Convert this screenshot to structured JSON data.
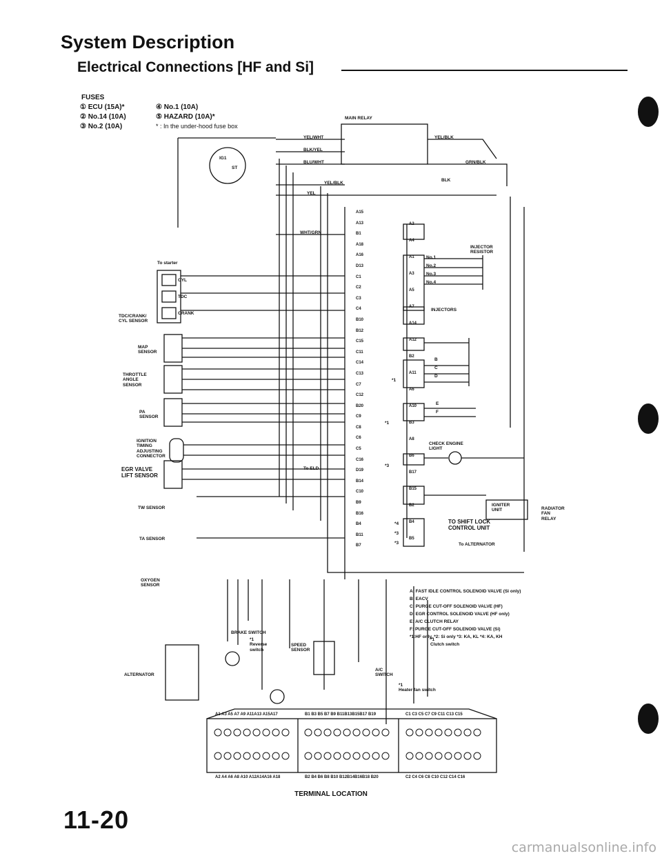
{
  "header": {
    "title": "System Description",
    "subtitle": "Electrical Connections [HF and Si]"
  },
  "fuses": {
    "heading": "FUSES",
    "items": [
      "① ECU (15A)*",
      "② No.14 (10A)",
      "③ No.2 (10A)",
      "④ No.1 (10A)",
      "⑤ HAZARD (10A)*"
    ],
    "note": "* : In the under-hood fuse box"
  },
  "diagram": {
    "main_relay": "MAIN RELAY",
    "wires": [
      "YEL/WHT",
      "BLK/YEL",
      "BLU/WHT",
      "YEL/BLK",
      "YEL",
      "WHT/GRN",
      "YEL/BLK",
      "GRN/BLK",
      "BLK"
    ],
    "ignition": [
      "IG1",
      "ST"
    ],
    "to_starter": "To starter",
    "tdc_sensor": "TDC/CRANK/\nCYL SENSOR",
    "cyl": "CYL",
    "tdc": "TDC",
    "crank": "CRANK",
    "map_sensor": "MAP\nSENSOR",
    "throttle_sensor": "THROTTLE\nANGLE\nSENSOR",
    "pa_sensor": "PA\nSENSOR",
    "ignition_timing": "IGNITION\nTIMING\nADJUSTING\nCONNECTOR",
    "egr_valve": "EGR VALVE\nLIFT SENSOR",
    "tw_sensor": "TW SENSOR",
    "ta_sensor": "TA SENSOR",
    "oxygen_sensor": "OXYGEN\nSENSOR",
    "alternator": "ALTERNATOR",
    "to_eld": "To ELD",
    "injector_resistor": "INJECTOR\nRESISTOR",
    "injectors": "INJECTORS",
    "injector_nos": [
      "No.1",
      "No.2",
      "No.3",
      "No.4"
    ],
    "check_engine": "CHECK ENGINE\nLIGHT",
    "igniter": "IGNITER\nUNIT",
    "radiator_fan": "RADIATOR\nFAN\nRELAY",
    "to_shift_lock": "TO SHIFT LOCK\nCONTROL UNIT",
    "to_alternator": "To ALTERNATOR",
    "brake_switch": "BRAKE SWITCH",
    "reverse_switch": "*1\nReverse\nswitch",
    "speed_sensor": "SPEED\nSENSOR",
    "ac_switch": "A/C\nSWITCH",
    "clutch_switch": "*1\nClutch switch",
    "heater_fan": "*1\nHeater fan switch",
    "ecu_left_pins": [
      "A15",
      "A13",
      "B1",
      "A18",
      "A16",
      "D13",
      "C1",
      "C2",
      "C3",
      "C4",
      "B10",
      "B12",
      "C15",
      "C11",
      "C14",
      "C13",
      "C7",
      "C12",
      "B20",
      "C9",
      "C8",
      "C6",
      "C5",
      "C16",
      "D19",
      "B14",
      "C10",
      "B9",
      "B16",
      "B4",
      "B11",
      "B7"
    ],
    "ecu_right_pins": [
      "A2",
      "A4",
      "A1",
      "A3",
      "A5",
      "A7",
      "A14",
      "A12",
      "B2",
      "A11",
      "A6",
      "A10",
      "B3",
      "A8",
      "B6",
      "B17",
      "B15",
      "B2",
      "B4",
      "B5"
    ],
    "valve_letters": [
      "B",
      "C",
      "D",
      "E",
      "F"
    ],
    "markers": [
      "*1",
      "*1",
      "*3",
      "*4",
      "*3",
      "*3"
    ],
    "legend": [
      "A:  FAST IDLE CONTROL SOLENOID VALVE (Si only)",
      "B:  EACV",
      "C:  PURGE CUT-OFF SOLENOID VALVE (HF)",
      "D:  EGR CONTROL SOLENOID VALVE (HF only)",
      "E:  A/C CLUTCH RELAY",
      "F:  PURGE CUT-OFF SOLENOID VALVE (Si)",
      "*1:HF only, *2: Si only  *3: KA, KL  *4: KA, KH"
    ]
  },
  "terminal": {
    "caption": "TERMINAL LOCATION",
    "top_labels": [
      "A1 A3 A5 A7 A9 A11A13 A15A17",
      "B1 B3 B5 B7 B9 B11B13B15B17 B19",
      "C1 C3 C5 C7 C9 C11 C13 C15"
    ],
    "bottom_labels": [
      "A2 A4 A6 A8 A10 A12A14A16 A18",
      "B2 B4 B6 B8 B10 B12B14B16B18 B20",
      "C2 C4 C6 C8 C10 C12 C14 C16"
    ]
  },
  "footer": {
    "page_number": "11-20",
    "watermark": "carmanualsonline.info"
  }
}
